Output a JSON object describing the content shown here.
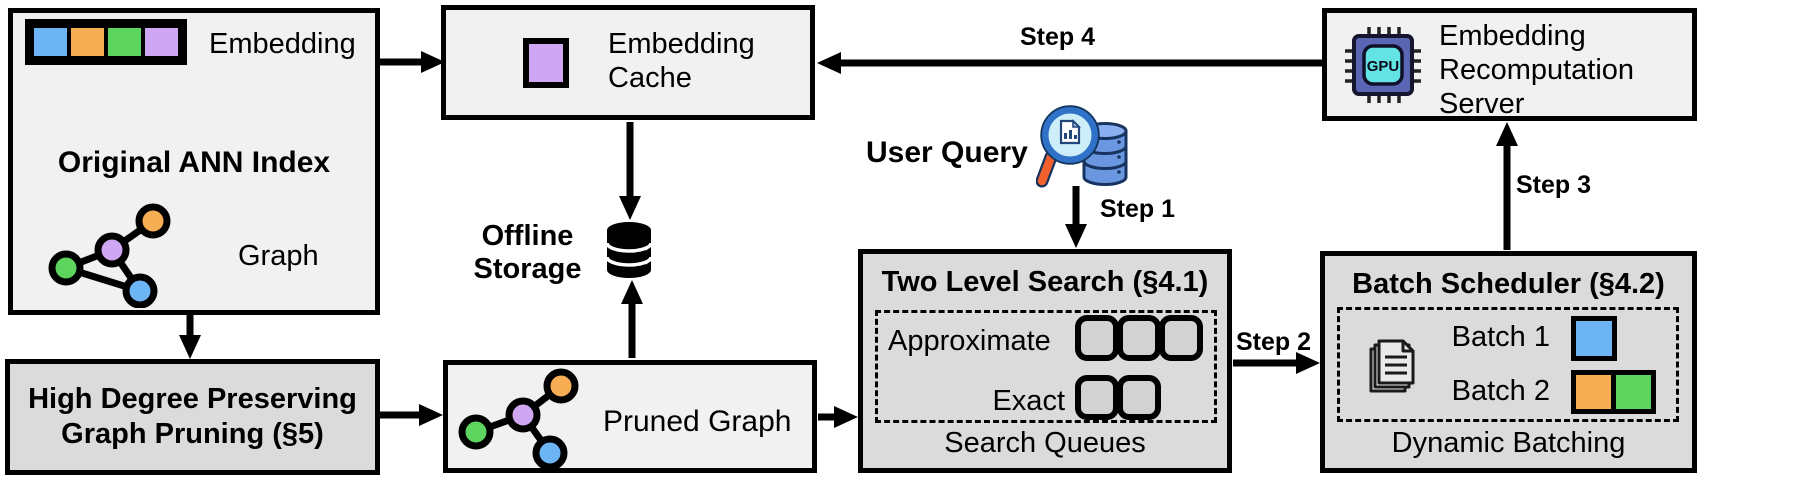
{
  "colors": {
    "box_light": "#f1f1f1",
    "box_dark": "#dbdbdb",
    "blue": "#6db4f5",
    "orange": "#f7ad53",
    "green": "#5dd45d",
    "purple": "#cfa6f2",
    "gpu_chip": "#5a66b4",
    "gpu_core": "#63e3e4",
    "query_db_blue": "#6b97e0",
    "magnifier_rim": "#2f72c8",
    "magnifier_handle": "#f2602e",
    "line": "#000000"
  },
  "original_ann_index": {
    "title": "Original ANN Index",
    "embedding_label": "Embedding",
    "graph_label": "Graph"
  },
  "embedding_cache": {
    "title": "Embedding Cache"
  },
  "offline_storage": {
    "label": "Offline Storage"
  },
  "user_query": {
    "label": "User Query"
  },
  "steps": {
    "step1": "Step 1",
    "step2": "Step 2",
    "step3": "Step 3",
    "step4": "Step 4"
  },
  "two_level_search": {
    "title": "Two Level Search (§4.1)",
    "approximate_label": "Approximate",
    "exact_label": "Exact",
    "caption": "Search Queues",
    "approximate_queue_count": 3,
    "exact_queue_count": 2
  },
  "batch_scheduler": {
    "title": "Batch Scheduler (§4.2)",
    "batch1_label": "Batch 1",
    "batch2_label": "Batch 2",
    "caption": "Dynamic Batching"
  },
  "recomputation_server": {
    "title": "Embedding Recomputation Server",
    "gpu_label": "GPU"
  },
  "high_degree_pruning": {
    "line1": "High Degree Preserving",
    "line2": "Graph Pruning (§5)"
  },
  "pruned_graph": {
    "label": "Pruned Graph"
  }
}
